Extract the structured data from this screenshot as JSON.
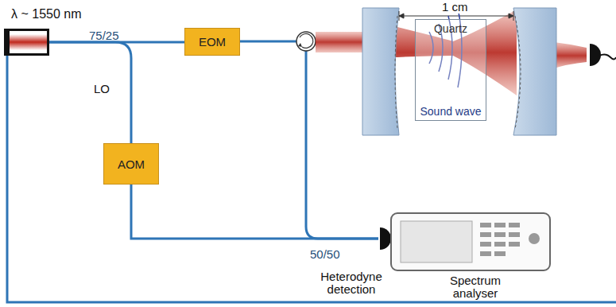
{
  "diagram": {
    "nodes": [
      {
        "text": [
          "λ ~ 1550 nm"
        ]
      },
      {
        "text": [
          "EOM"
        ]
      },
      {
        "text": [
          "AOM"
        ]
      },
      {
        "text": [
          "Quartz",
          "Sound wave"
        ]
      }
    ],
    "edges": [
      {
        "from": 0,
        "to": 1,
        "arrow": "none"
      },
      {
        "from": 0,
        "to": 2,
        "arrow": "none"
      }
    ],
    "labels": [
      "75/25",
      "LO",
      "1 cm",
      "50/50",
      "Heterodyne detection",
      "Spectrum analyser"
    ]
  }
}
